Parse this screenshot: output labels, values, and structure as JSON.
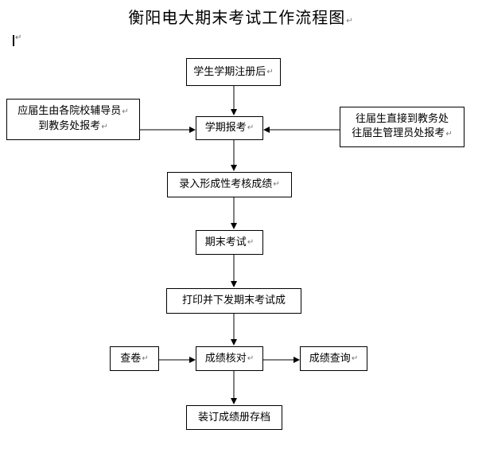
{
  "title": "衡阳电大期末考试工作流程图",
  "return_mark": "↵",
  "nodes": {
    "register": "学生学期注册后",
    "left_source_1": "应届生由各院校辅导员",
    "left_source_2": "到教务处报考",
    "enroll": "学期报考",
    "right_source_1": "往届生直接到教务处",
    "right_source_2": "往届生管理员处报考",
    "formative": "录入形成性考核成绩",
    "exam": "期末考试",
    "print": "打印并下发期末考试成",
    "review": "查卷",
    "verify": "成绩核对",
    "query": "成绩查询",
    "archive": "装订成绩册存档"
  }
}
